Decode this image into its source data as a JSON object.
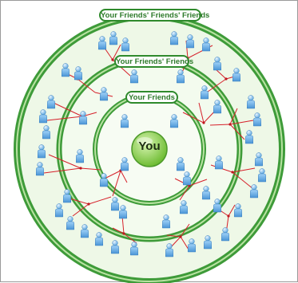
{
  "labels": {
    "outer": "Your Friends' Friends' Friends",
    "middle": "Your Friends' Friends",
    "inner": "Your Friends",
    "center": "You"
  },
  "colors": {
    "ring": "#3e9b39",
    "ring_light": "#b9e3a2",
    "fill": "#ecf8e4",
    "center": "#8fd24e",
    "person": "#6fb5e8",
    "connector": "#d6202a"
  },
  "icons": {
    "person": "person-figure-icon",
    "hub": "connection-hub-icon"
  }
}
